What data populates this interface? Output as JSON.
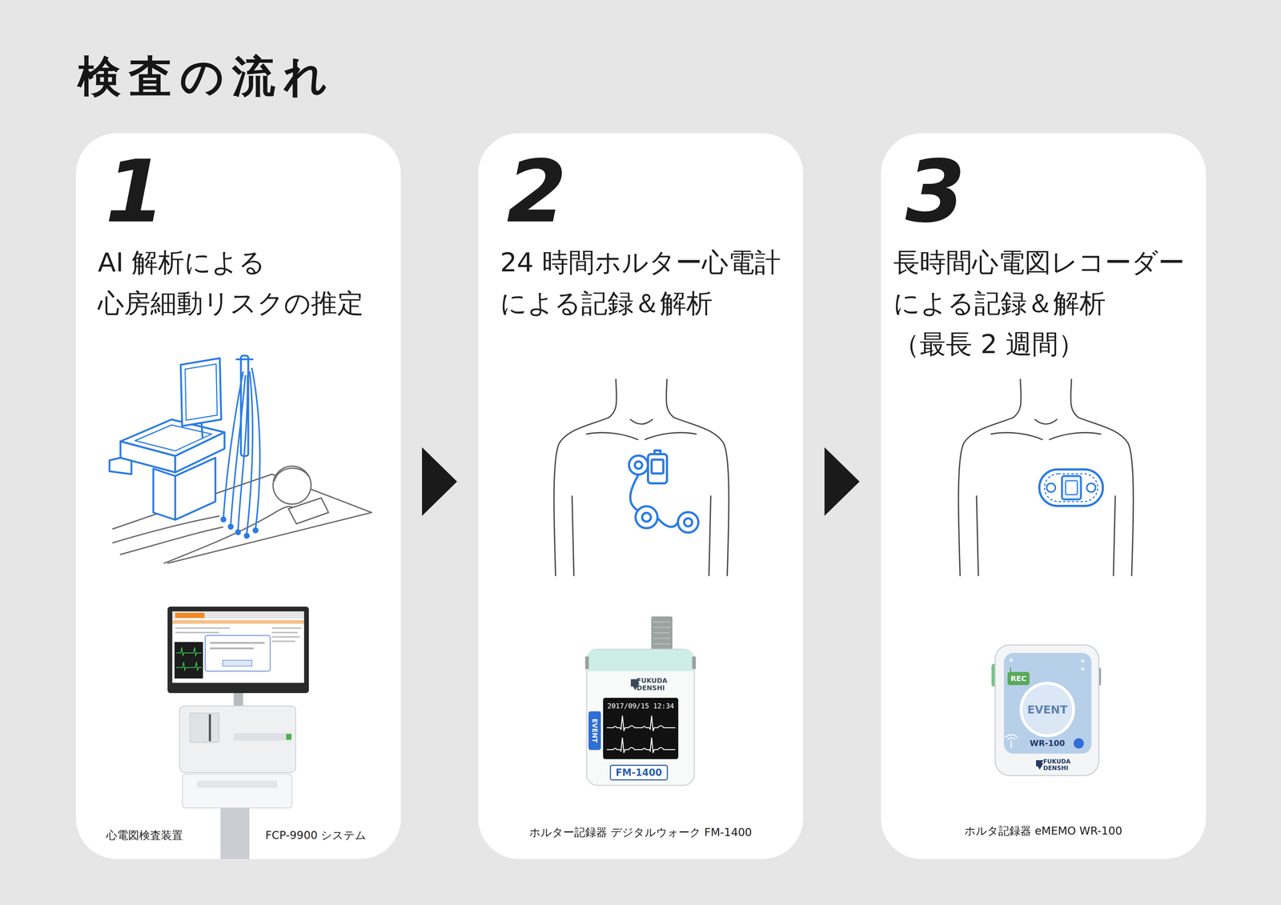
{
  "diagram": {
    "title": "検査の流れ",
    "nodes": [
      {
        "text": [
          "1",
          "AI 解析による 心房細動リスクの推定",
          "心電図検査装置",
          "FCP-9900 システム"
        ]
      },
      {
        "text": [
          "2",
          "24 時間ホルター心電計 による記録＆解析",
          "ホルター記録器 デジタルウォーク FM-1400"
        ]
      },
      {
        "text": [
          "3",
          "長時間心電図レコーダー による記録＆解析",
          "（最長 2 週間）",
          "ホルタ記録器 eMEMO WR-100"
        ]
      }
    ],
    "edges": [
      {
        "from": 0,
        "to": 1,
        "arrow": "to"
      },
      {
        "from": 1,
        "to": 2,
        "arrow": "to"
      }
    ],
    "labels": [
      "FUKUDA DENSHI",
      "2017/09/15 12:34",
      "EVENT",
      "FM-1400",
      "REC",
      "EVENT",
      "WR-100",
      "FUKUDA DENSHI"
    ]
  }
}
